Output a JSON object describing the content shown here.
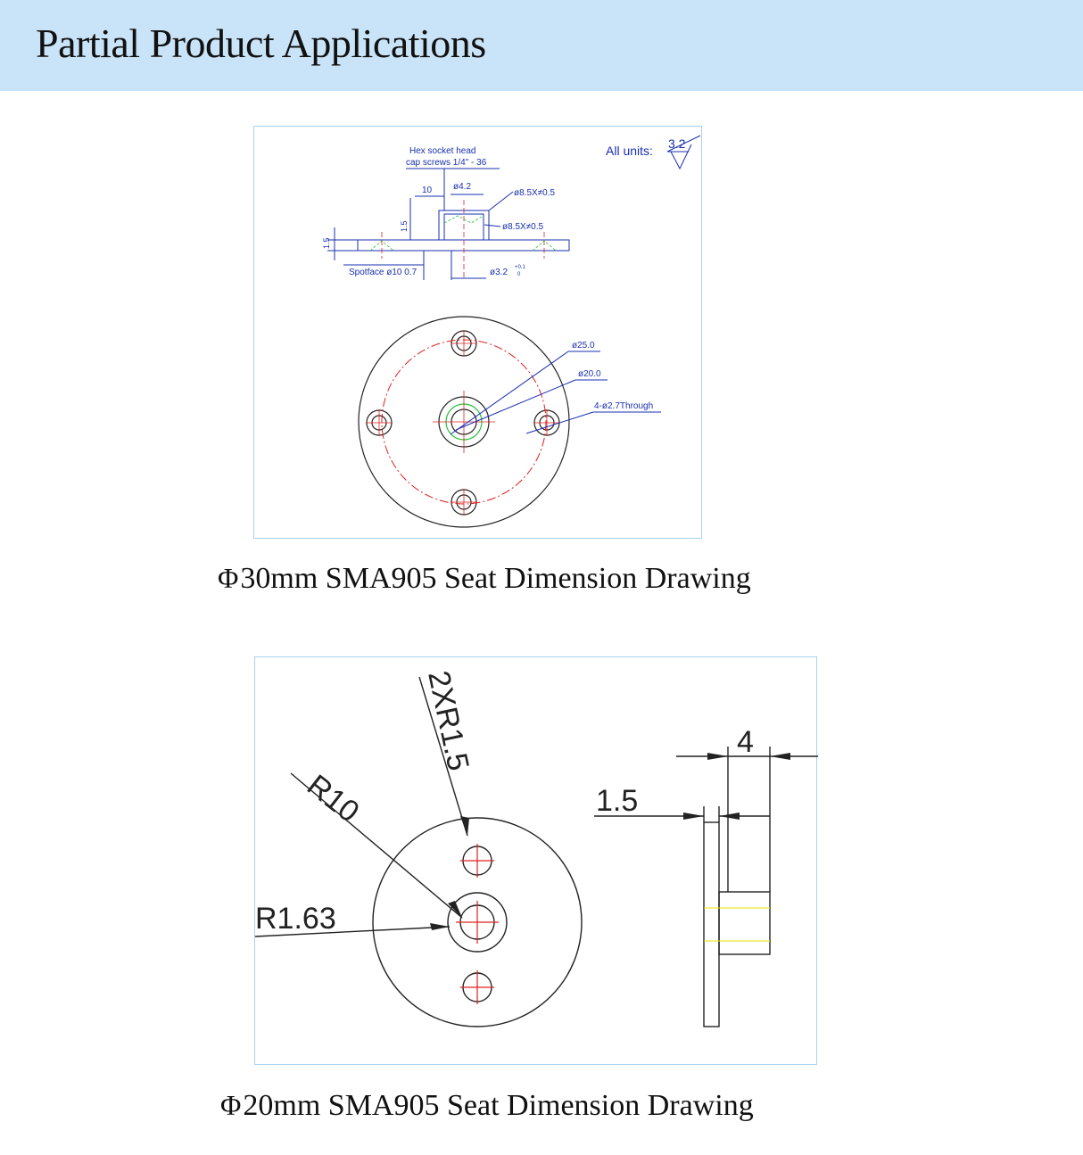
{
  "header": {
    "title": "Partial Product Applications"
  },
  "drawing1": {
    "caption_symbol": "Φ",
    "caption": "30mm SMA905 Seat Dimension Drawing",
    "labels": {
      "hex_line1": "Hex socket head",
      "hex_line2": "cap screws 1/4\" - 36",
      "units": "All units:",
      "roughness": "3.2",
      "dim_10": "10",
      "dim_d42": "ø4.2",
      "dim_d85a": "ø8.5X≠0.5",
      "dim_d85b": "ø8.5X≠0.5",
      "dim_15a": "1.5",
      "dim_15b": "1.5",
      "spotface": "Spotface ø10 0.7",
      "dim_d32": "ø3.2",
      "tol_plus": "+0.1",
      "tol_zero": "0",
      "dim_d25": "ø25.0",
      "dim_d20": "ø20.0",
      "dim_holes": "4-ø2.7Through"
    }
  },
  "drawing2": {
    "caption_symbol": "Φ",
    "caption": "20mm SMA905 Seat Dimension Drawing",
    "labels": {
      "r15": "2XR1.5",
      "r10": "R10",
      "r163": "R1.63",
      "dim_15": "1.5",
      "dim_4": "4"
    }
  }
}
